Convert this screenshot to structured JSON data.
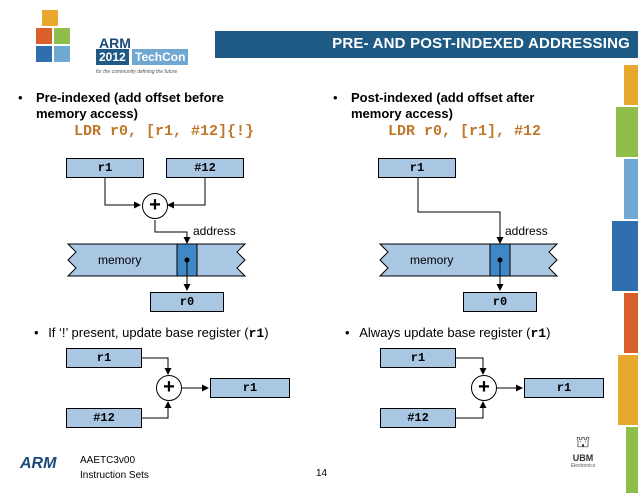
{
  "header": {
    "title": "PRE- AND POST-INDEXED ADDRESSING",
    "logo": {
      "brand": "ARM",
      "year": "2012",
      "event": "TechCon",
      "tagline": "for the community defining the future"
    }
  },
  "left": {
    "bullet": "Pre-indexed (add offset before memory access)",
    "bullet_line1": "Pre-indexed (add offset before",
    "bullet_line2": "memory access)",
    "code": "LDR r0, [r1, #12]{!}",
    "reg_a": "r1",
    "reg_b": "#12",
    "plus": "+",
    "address": "address",
    "memory": "memory",
    "result": "r0",
    "sub_bullet_prefix": "If ‘!’ present, update base register (",
    "sub_bullet_reg": "r1",
    "sub_bullet_suffix": ")",
    "wb_reg_a": "r1",
    "wb_reg_b": "#12",
    "wb_plus": "+",
    "wb_result": "r1"
  },
  "right": {
    "bullet_line1": "Post-indexed (add offset after",
    "bullet_line2": "memory access)",
    "code": "LDR r0, [r1], #12",
    "reg_a": "r1",
    "address": "address",
    "memory": "memory",
    "result": "r0",
    "sub_bullet_prefix": "Always update base register (",
    "sub_bullet_reg": "r1",
    "sub_bullet_suffix": ")",
    "wb_reg_a": "r1",
    "wb_reg_b": "#12",
    "wb_plus": "+",
    "wb_result": "r1"
  },
  "footer": {
    "brand": "ARM",
    "course": "AAETC3v00",
    "subject": "Instruction Sets",
    "page": "14",
    "sponsor": "UBM",
    "sponsor_sub": "Electronics"
  },
  "colors": {
    "title_bar": "#1f5a85",
    "box_fill": "#a9c6e3",
    "code": "#c0772a",
    "memory_fill": "#3f88c5"
  }
}
